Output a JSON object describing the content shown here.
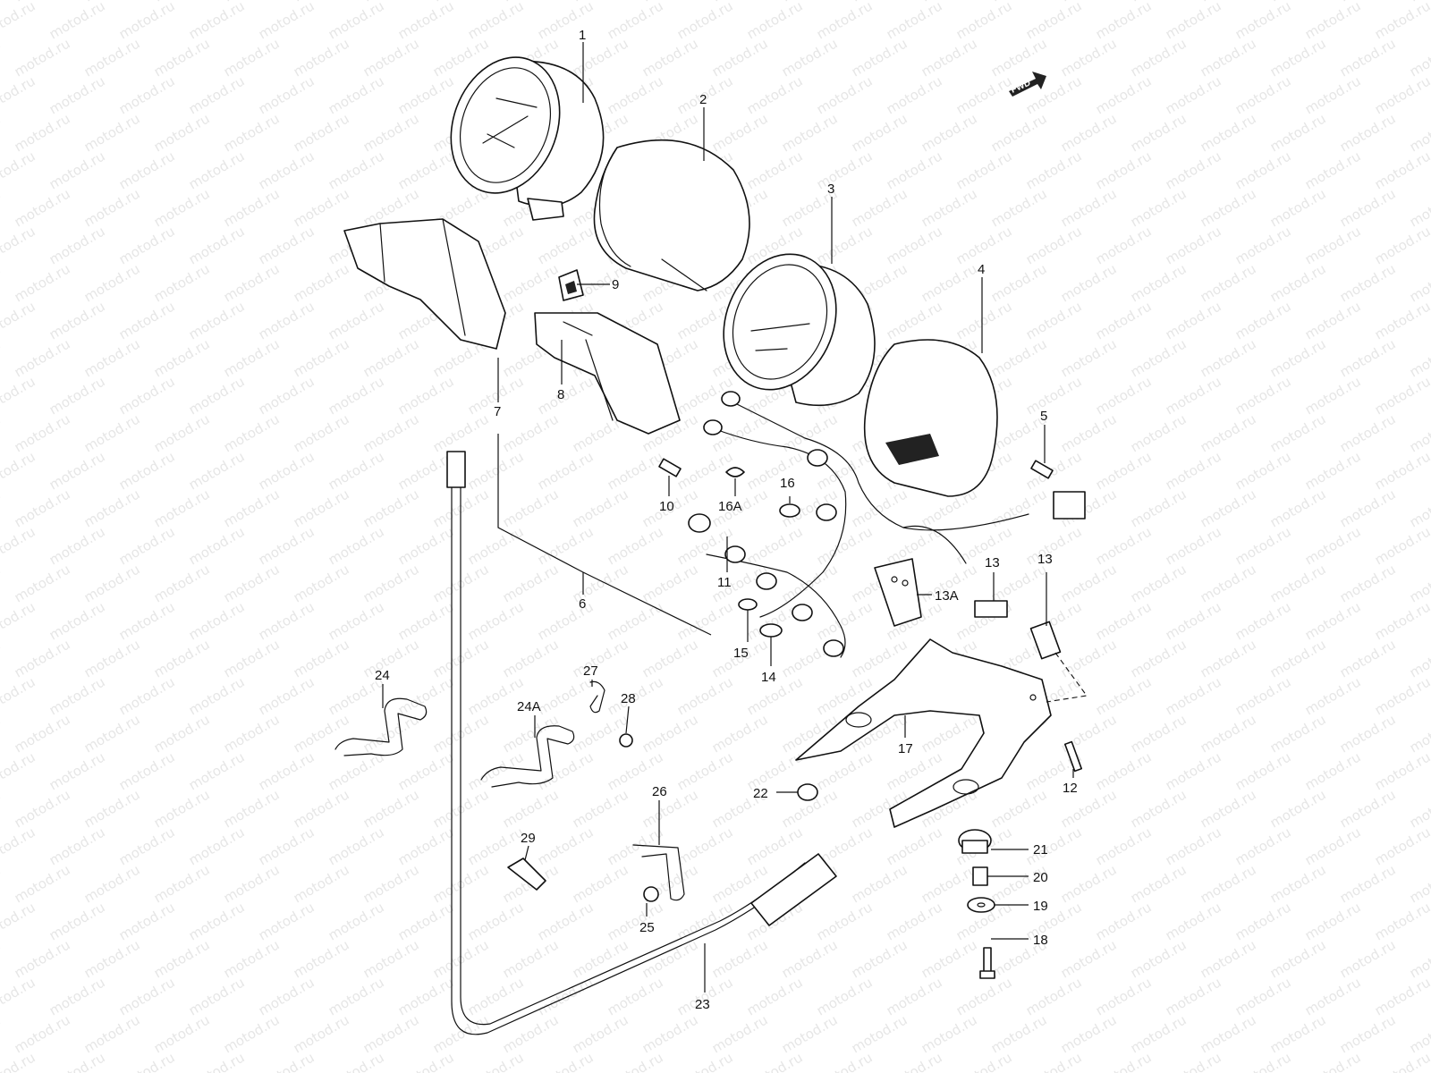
{
  "watermark": {
    "text": "motod.ru"
  },
  "fwd_badge": {
    "text": "FWD"
  },
  "callouts": [
    {
      "id": "1",
      "text": "1"
    },
    {
      "id": "2",
      "text": "2"
    },
    {
      "id": "3",
      "text": "3"
    },
    {
      "id": "4",
      "text": "4"
    },
    {
      "id": "5",
      "text": "5"
    },
    {
      "id": "6",
      "text": "6"
    },
    {
      "id": "7",
      "text": "7"
    },
    {
      "id": "8",
      "text": "8"
    },
    {
      "id": "9",
      "text": "9"
    },
    {
      "id": "10",
      "text": "10"
    },
    {
      "id": "11",
      "text": "11"
    },
    {
      "id": "12",
      "text": "12"
    },
    {
      "id": "13a",
      "text": "13"
    },
    {
      "id": "13b",
      "text": "13"
    },
    {
      "id": "13A",
      "text": "13A"
    },
    {
      "id": "14",
      "text": "14"
    },
    {
      "id": "15",
      "text": "15"
    },
    {
      "id": "16",
      "text": "16"
    },
    {
      "id": "16A",
      "text": "16A"
    },
    {
      "id": "17",
      "text": "17"
    },
    {
      "id": "18",
      "text": "18"
    },
    {
      "id": "19",
      "text": "19"
    },
    {
      "id": "20",
      "text": "20"
    },
    {
      "id": "21",
      "text": "21"
    },
    {
      "id": "22",
      "text": "22"
    },
    {
      "id": "23",
      "text": "23"
    },
    {
      "id": "24",
      "text": "24"
    },
    {
      "id": "24A",
      "text": "24A"
    },
    {
      "id": "25",
      "text": "25"
    },
    {
      "id": "26",
      "text": "26"
    },
    {
      "id": "27",
      "text": "27"
    },
    {
      "id": "28",
      "text": "28"
    },
    {
      "id": "29",
      "text": "29"
    }
  ]
}
